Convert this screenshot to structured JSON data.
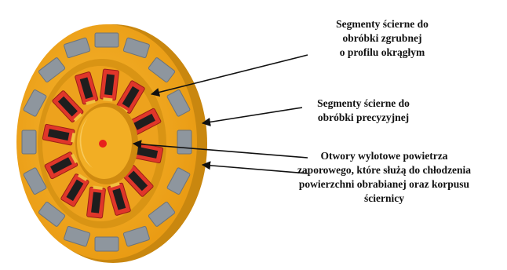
{
  "colors": {
    "disc_face": "#f0a81c",
    "disc_edge": "#c9870f",
    "disc_inner_shadow": "#d08a10",
    "gray_segment": "#8e969e",
    "gray_segment_dark": "#6c737a",
    "red_segment": "#e0362a",
    "red_segment_dark": "#9a1f16",
    "black_block": "#1e1e1e",
    "center_dot": "#e8201c",
    "arrow": "#111111"
  },
  "callouts": {
    "roughing": {
      "lines": [
        "Segmenty ściernе do",
        "obróbki zgrubnej",
        "o profilu okrągłym"
      ]
    },
    "precision": {
      "lines": [
        "Segmenty ściernе do",
        "obróbki precyzyjnej"
      ]
    },
    "outlets": {
      "lines": [
        "Otwory wylotowe powietrza",
        "zaporowego, które służą do chłodzenia",
        "powierzchni obrabianej oraz korpusu",
        "ściernicy"
      ]
    }
  },
  "icons": {
    "outer_segments": "gray-rectangle-segment",
    "inner_segments": "red-black-block-segment"
  }
}
